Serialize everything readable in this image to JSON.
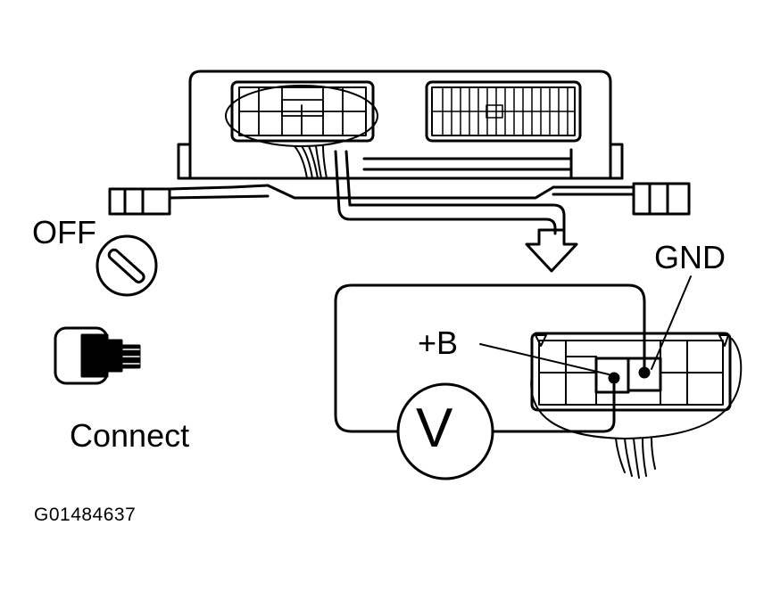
{
  "labels": {
    "off": "OFF",
    "gnd": "GND",
    "plus_b": "+B",
    "voltmeter": "V",
    "connect": "Connect",
    "figure_code": "G01484637"
  },
  "icons": {
    "ignition": "ignition-key-off-icon",
    "connector": "connector-connect-icon",
    "arrow": "down-arrow-icon"
  },
  "colors": {
    "line": "#000000",
    "background": "#ffffff"
  }
}
